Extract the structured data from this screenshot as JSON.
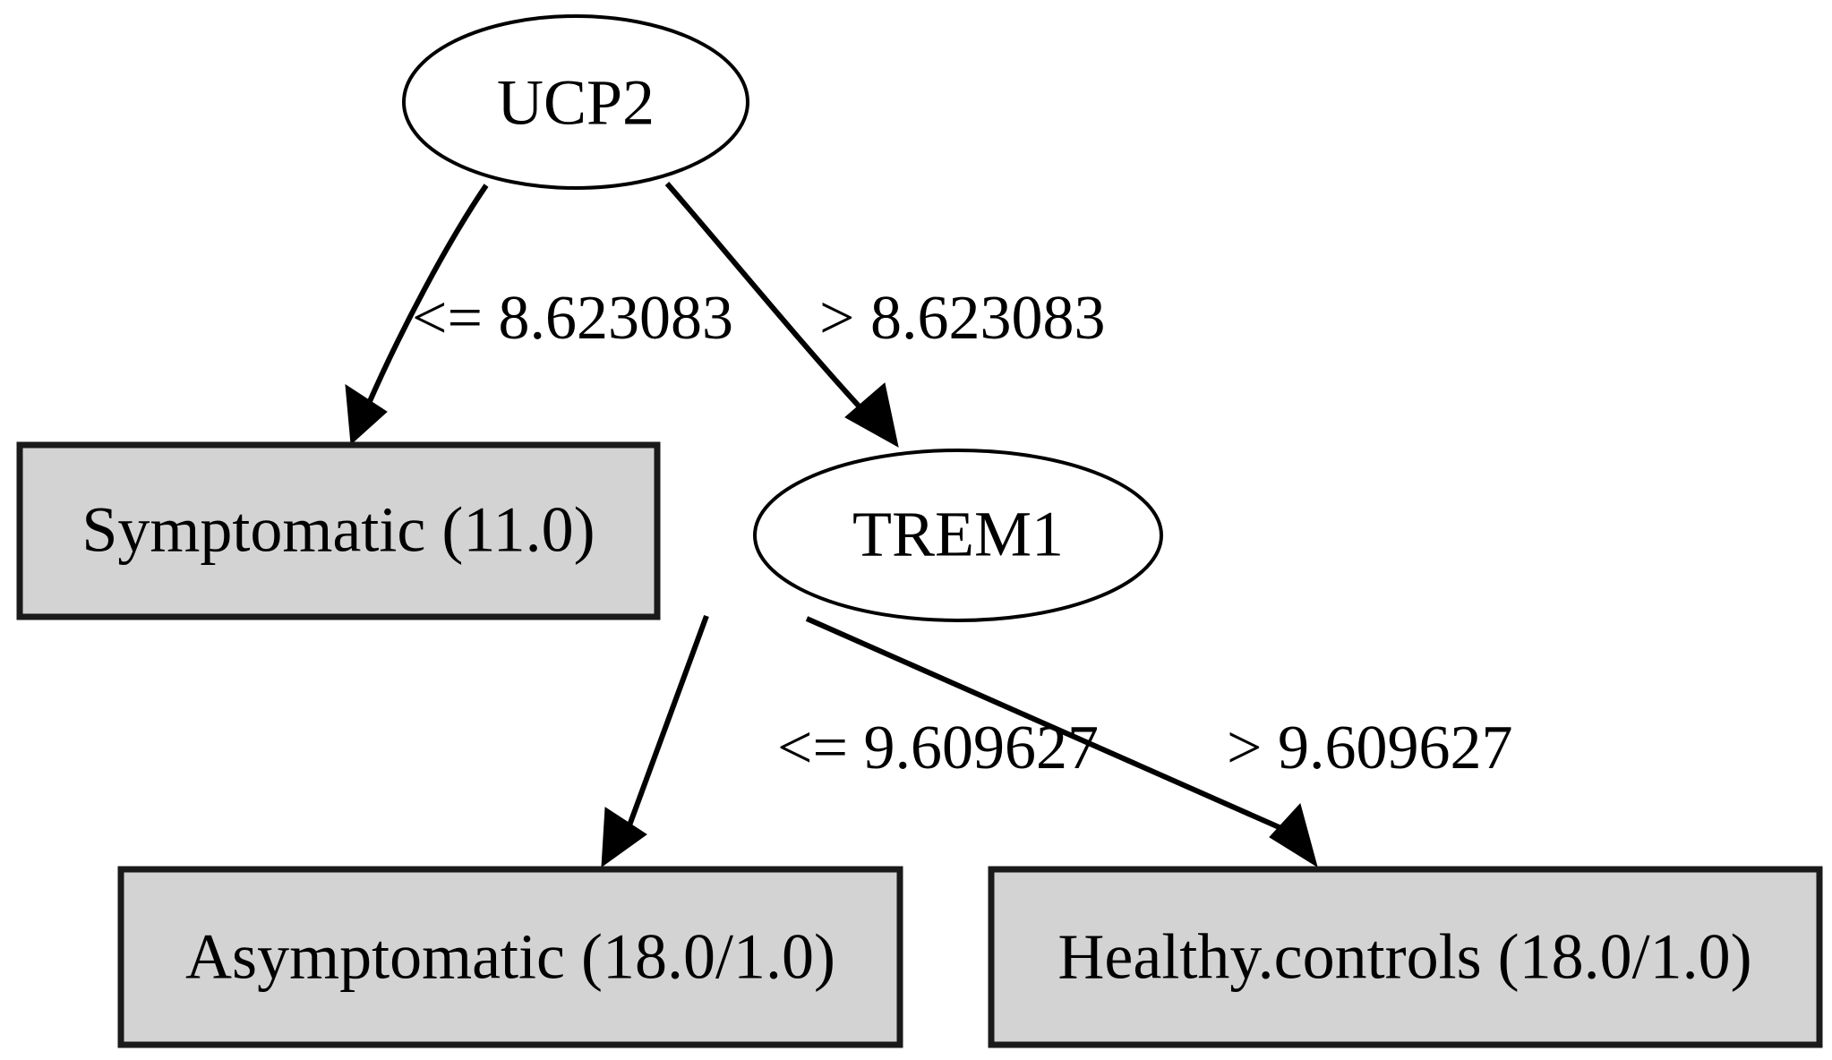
{
  "diagram": {
    "type": "decision-tree",
    "title": "",
    "background_color": "#ffffff",
    "node_fill": "#ffffff",
    "leaf_fill": "#d3d3d3",
    "stroke_color": "#000000",
    "nodes": [
      {
        "id": "root",
        "shape": "ellipse",
        "label": "UCP2",
        "role": "decision"
      },
      {
        "id": "leaf_symptomatic",
        "shape": "box",
        "label": "Symptomatic (11.0)",
        "role": "leaf",
        "class_name": "Symptomatic",
        "instances": "11.0",
        "errors": ""
      },
      {
        "id": "split_trem1",
        "shape": "ellipse",
        "label": "TREM1",
        "role": "decision"
      },
      {
        "id": "leaf_asymptomatic",
        "shape": "box",
        "label": "Asymptomatic (18.0/1.0)",
        "role": "leaf",
        "class_name": "Asymptomatic",
        "instances": "18.0",
        "errors": "1.0"
      },
      {
        "id": "leaf_healthy",
        "shape": "box",
        "label": "Healthy.controls (18.0/1.0)",
        "role": "leaf",
        "class_name": "Healthy.controls",
        "instances": "18.0",
        "errors": "1.0"
      }
    ],
    "edges": [
      {
        "from": "root",
        "to": "leaf_symptomatic",
        "label": "<= 8.623083",
        "operator": "<=",
        "threshold": "8.623083"
      },
      {
        "from": "root",
        "to": "split_trem1",
        "label": "> 8.623083",
        "operator": ">",
        "threshold": "8.623083"
      },
      {
        "from": "split_trem1",
        "to": "leaf_asymptomatic",
        "label": "<= 9.609627",
        "operator": "<=",
        "threshold": "9.609627"
      },
      {
        "from": "split_trem1",
        "to": "leaf_healthy",
        "label": "> 9.609627",
        "operator": ">",
        "threshold": "9.609627"
      }
    ]
  }
}
